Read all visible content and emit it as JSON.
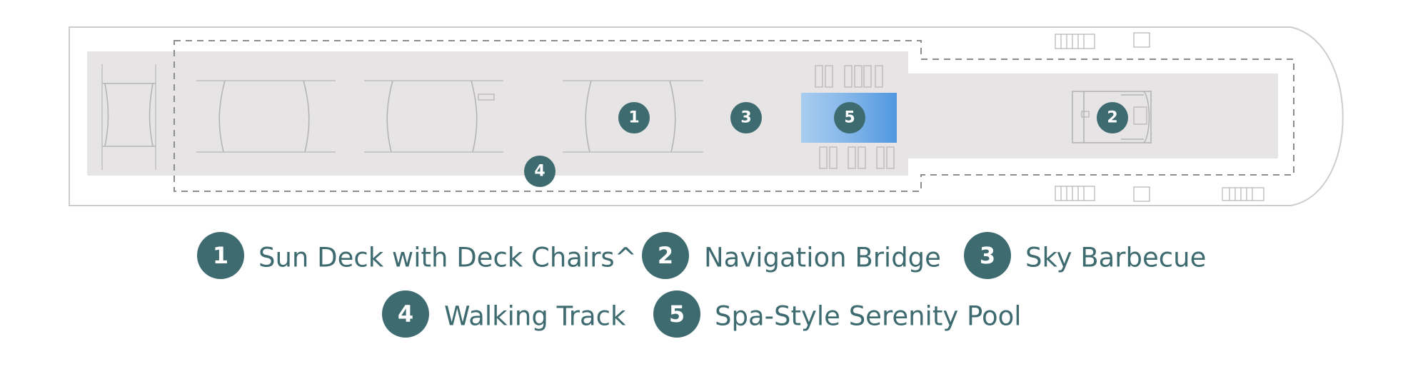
{
  "colors": {
    "marker": "#3e6b70",
    "marker_text": "#ffffff",
    "deck": "#e6e4e4",
    "hull_outline": "#cdcdcd",
    "track": "#8d8d8d",
    "pool_light": "#a9cdf0",
    "pool_dark": "#4f97e0"
  },
  "markers": [
    {
      "id": "1",
      "label": "1"
    },
    {
      "id": "2",
      "label": "2"
    },
    {
      "id": "3",
      "label": "3"
    },
    {
      "id": "4",
      "label": "4"
    },
    {
      "id": "5",
      "label": "5"
    }
  ],
  "legend": [
    {
      "number": "1",
      "text": "Sun Deck with Deck Chairs^"
    },
    {
      "number": "2",
      "text": "Navigation Bridge"
    },
    {
      "number": "3",
      "text": "Sky Barbecue"
    },
    {
      "number": "4",
      "text": "Walking Track"
    },
    {
      "number": "5",
      "text": "Spa-Style Serenity Pool"
    }
  ]
}
